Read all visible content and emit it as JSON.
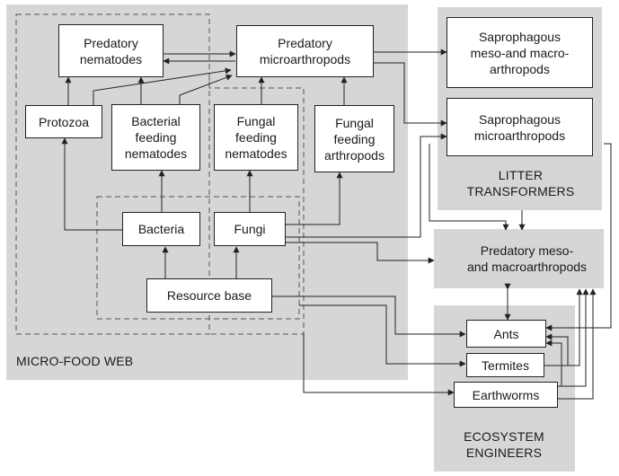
{
  "colors": {
    "panel": "#d6d6d6",
    "box": "#ffffff",
    "line": "#222222"
  },
  "panels": {
    "micro_food_web": "MICRO-FOOD WEB",
    "litter_transformers": "LITTER\nTRANSFORMERS",
    "ecosystem_engineers": "ECOSYSTEM\nENGINEERS"
  },
  "nodes": {
    "predatory_nematodes": "Predatory\nnematodes",
    "predatory_microarthropods": "Predatory\nmicroarthropods",
    "protozoa": "Protozoa",
    "bacterial_feeding_nematodes": "Bacterial\nfeeding\nnematodes",
    "fungal_feeding_nematodes": "Fungal\nfeeding\nnematodes",
    "fungal_feeding_arthropods": "Fungal\nfeeding\narthropods",
    "bacteria": "Bacteria",
    "fungi": "Fungi",
    "resource_base": "Resource base",
    "saprophagous_meso_macro": "Saprophagous\nmeso-and macro-\narthropods",
    "saprophagous_micro": "Saprophagous\nmicroarthropods",
    "predatory_meso_macro": "Predatory meso-\nand macroarthropods",
    "ants": "Ants",
    "termites": "Termites",
    "earthworms": "Earthworms"
  }
}
